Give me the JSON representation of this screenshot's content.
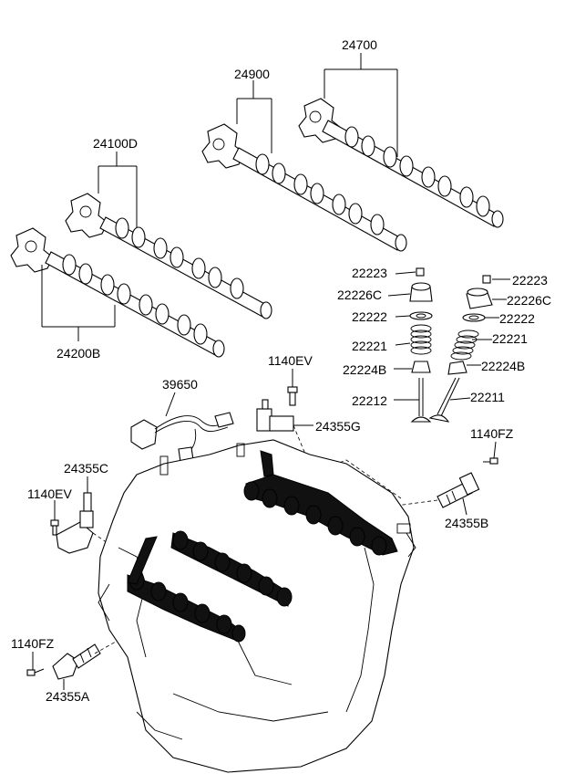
{
  "labels": {
    "p24700": "24700",
    "p24900": "24900",
    "p24100D": "24100D",
    "p24200B": "24200B",
    "p22223_left": "22223",
    "p22226C_left": "22226C",
    "p22222_left": "22222",
    "p22221_left": "22221",
    "p22224B_left": "22224B",
    "p22212": "22212",
    "p22223_right": "22223",
    "p22226C_right": "22226C",
    "p22222_right": "22222",
    "p22221_right": "22221",
    "p22224B_right": "22224B",
    "p22211": "22211",
    "p1140EV_top": "1140EV",
    "p39650": "39650",
    "p24355G": "24355G",
    "p1140FZ_right": "1140FZ",
    "p24355B": "24355B",
    "p24355C": "24355C",
    "p1140EV_left": "1140EV",
    "p1140FZ_left": "1140FZ",
    "p24355A": "24355A"
  },
  "colors": {
    "line": "#000000",
    "background": "#ffffff",
    "fill_dark": "#111111"
  }
}
